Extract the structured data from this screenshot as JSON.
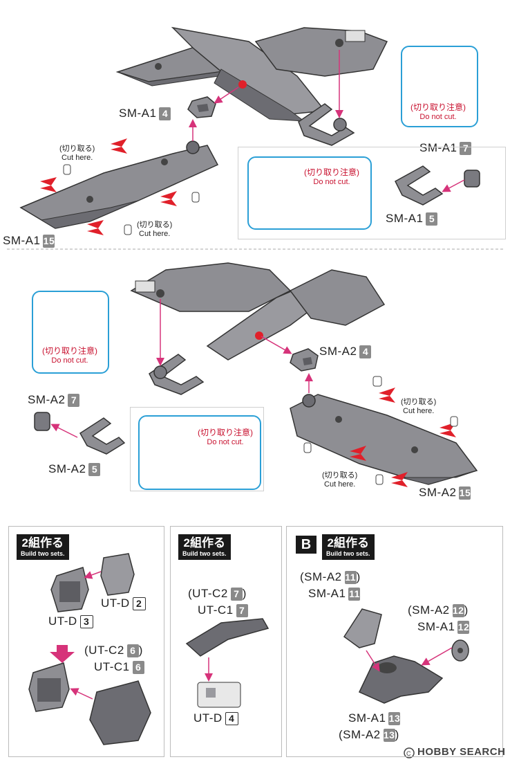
{
  "cut_here_jp": "(切り取る)",
  "cut_here_en": "Cut here.",
  "do_not_cut_jp": "(切り取り注意)",
  "do_not_cut_en": "Do not cut.",
  "build_two_sets_jp": "2組作る",
  "build_two_sets_en": "Build two sets.",
  "panel_b_letter": "B",
  "section_top": {
    "labels": [
      {
        "part": "SM-A1",
        "num": "4",
        "style": "gray"
      },
      {
        "part": "SM-A1",
        "num": "15",
        "style": "gray"
      },
      {
        "part": "SM-A1",
        "num": "7",
        "style": "gray"
      },
      {
        "part": "SM-A1",
        "num": "5",
        "style": "gray"
      }
    ]
  },
  "section_middle": {
    "labels": [
      {
        "part": "SM-A2",
        "num": "4",
        "style": "gray"
      },
      {
        "part": "SM-A2",
        "num": "7",
        "style": "gray"
      },
      {
        "part": "SM-A2",
        "num": "5",
        "style": "gray"
      },
      {
        "part": "SM-A2",
        "num": "15",
        "style": "gray"
      }
    ]
  },
  "panel1": {
    "ut_d2": {
      "part": "UT-D",
      "num": "2"
    },
    "ut_d3": {
      "part": "UT-D",
      "num": "3"
    },
    "ut_c2": {
      "part": "UT-C2",
      "num": "6"
    },
    "ut_c1": {
      "part": "UT-C1",
      "num": "6"
    }
  },
  "panel2": {
    "ut_c2": {
      "part": "UT-C2",
      "num": "7"
    },
    "ut_c1": {
      "part": "UT-C1",
      "num": "7"
    },
    "ut_d4": {
      "part": "UT-D",
      "num": "4"
    }
  },
  "panel3": {
    "sm_a2_11": {
      "part": "SM-A2",
      "num": "11"
    },
    "sm_a1_11": {
      "part": "SM-A1",
      "num": "11"
    },
    "sm_a2_12": {
      "part": "SM-A2",
      "num": "12"
    },
    "sm_a1_12": {
      "part": "SM-A1",
      "num": "12"
    },
    "sm_a1_13": {
      "part": "SM-A1",
      "num": "13"
    },
    "sm_a2_13": {
      "part": "SM-A2",
      "num": "13"
    }
  },
  "watermark": "HOBBY SEARCH",
  "colors": {
    "part_gray": "#8e8e93",
    "part_dark": "#5d5d62",
    "arrow_pink": "#d6337a",
    "cut_red": "#e0202a",
    "callout_blue": "#2a9fd6"
  }
}
